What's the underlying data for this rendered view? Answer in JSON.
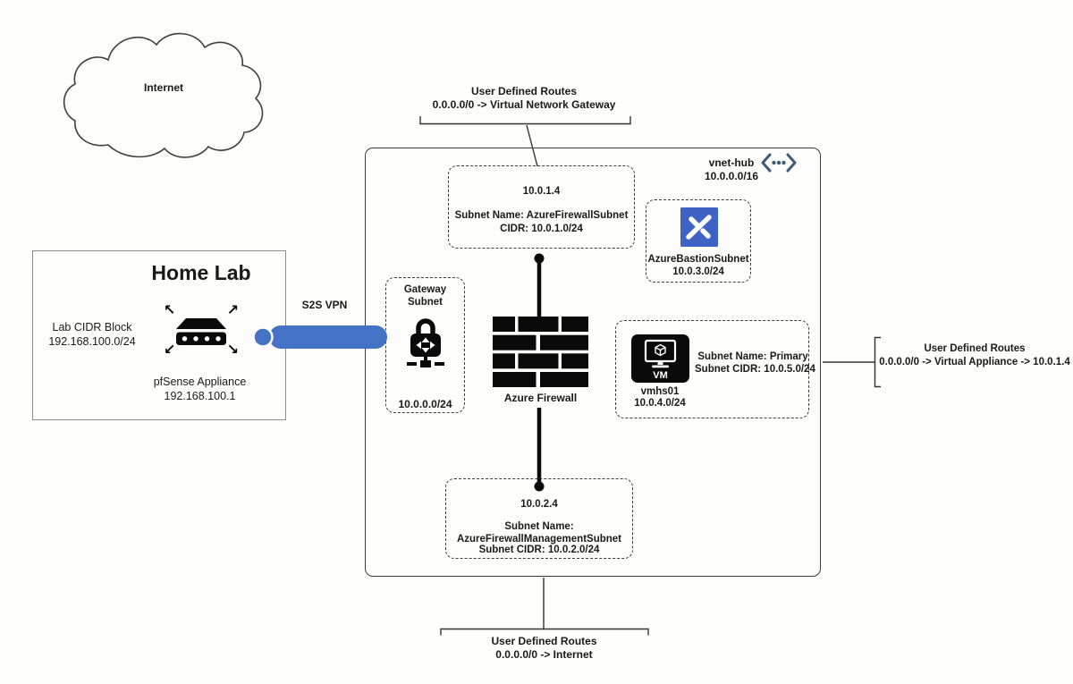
{
  "colors": {
    "vpn_blue": "#4472C4",
    "bastion_blue": "#3E63C4",
    "vnet_ink": "#3E5A78",
    "ink": "#1a1a1a"
  },
  "internet": {
    "label": "Internet"
  },
  "home_lab": {
    "title": "Home Lab",
    "cidr_label": "Lab CIDR Block",
    "cidr": "192.168.100.0/24",
    "appliance_name": "pfSense Appliance",
    "appliance_ip": "192.168.100.1"
  },
  "s2s_vpn": {
    "label": "S2S VPN"
  },
  "vnet_hub": {
    "name": "vnet-hub",
    "cidr": "10.0.0.0/16"
  },
  "firewall_subnet": {
    "ip": "10.0.1.4",
    "name_line": "Subnet Name: AzureFirewallSubnet",
    "cidr_line": "CIDR: 10.0.1.0/24"
  },
  "bastion_subnet": {
    "name": "AzureBastionSubnet",
    "cidr": "10.0.3.0/24"
  },
  "gateway_subnet": {
    "name": "Gateway Subnet",
    "cidr": "10.0.0.0/24"
  },
  "azure_firewall": {
    "label": "Azure Firewall"
  },
  "primary_subnet": {
    "vm_text": "VM",
    "vm_name": "vmhs01",
    "vm_subnet_cidr": "10.0.4.0/24",
    "name_line": "Subnet Name: Primary",
    "cidr_line": "Subnet CIDR: 10.0.5.0/24"
  },
  "mgmt_subnet": {
    "ip": "10.0.2.4",
    "name_label": "Subnet Name:",
    "name": "AzureFirewallManagementSubnet",
    "cidr_line": "Subnet CIDR: 10.0.2.0/24"
  },
  "udr_top": {
    "line1": "User Defined Routes",
    "line2": "0.0.0.0/0 -> Virtual Network Gateway"
  },
  "udr_right": {
    "line1": "User Defined Routes",
    "line2": "0.0.0.0/0 -> Virtual Appliance -> 10.0.1.4"
  },
  "udr_bottom": {
    "line1": "User Defined Routes",
    "line2": "0.0.0.0/0 -> Internet"
  }
}
